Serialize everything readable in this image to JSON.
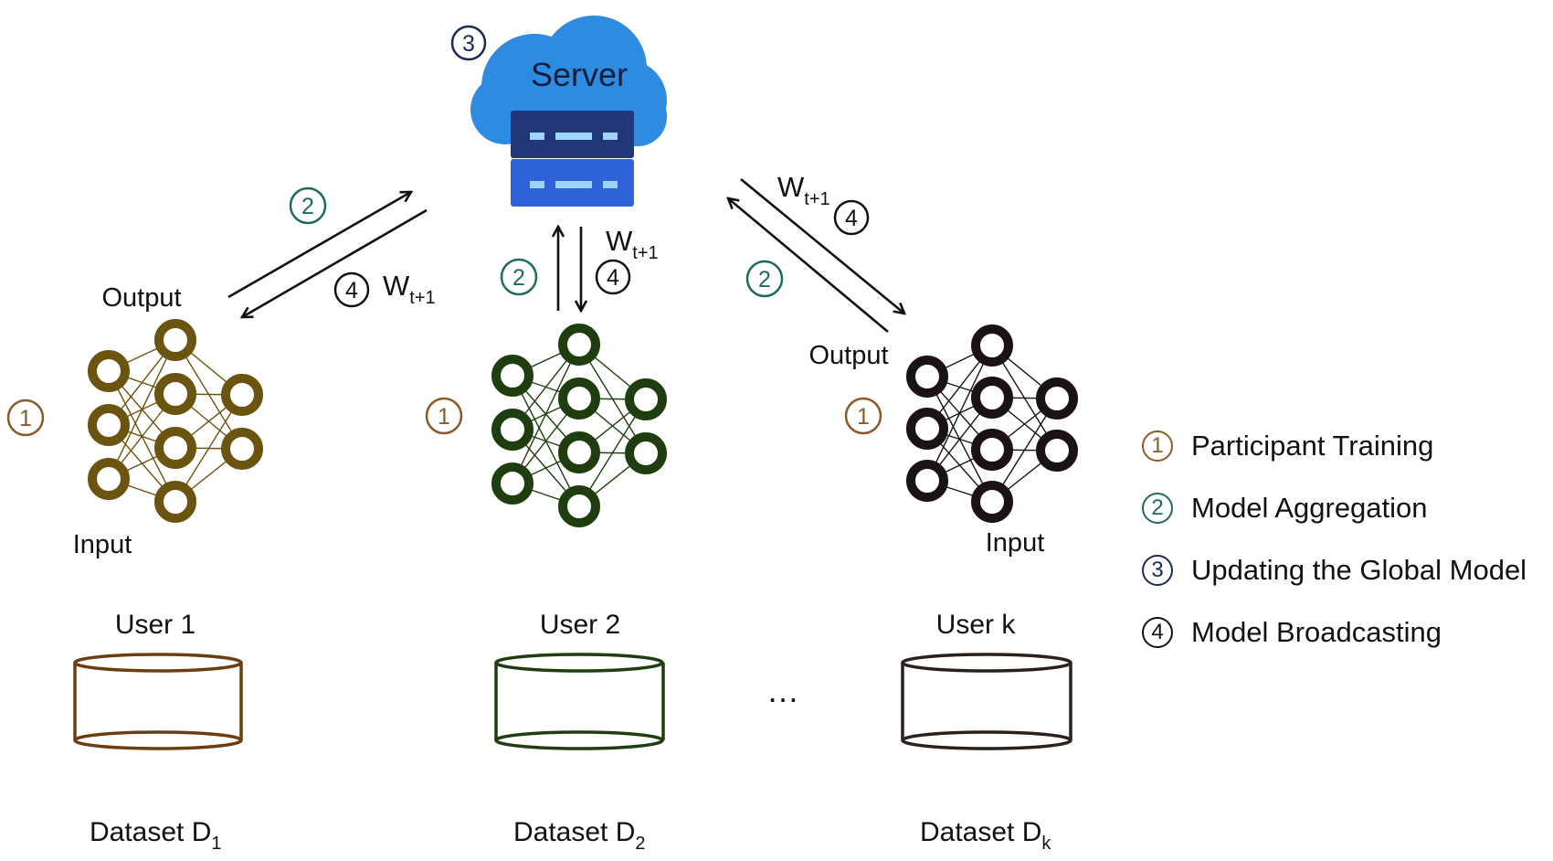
{
  "colors": {
    "user1": "#6b5310",
    "user2": "#1f3e10",
    "userk": "#1a1214",
    "step1": "#8b5a2b",
    "step2": "#1d6b5e",
    "step3": "#1b2a52",
    "step4": "#111111",
    "cloud": "#2f8be0",
    "server_top": "#22377a",
    "server_bottom": "#2f62d8"
  },
  "server": {
    "step": "3",
    "label": "Server"
  },
  "weight": {
    "base": "W",
    "sub": "t+1"
  },
  "nodes": {
    "user1": {
      "output_label": "Output",
      "input_label": "Input",
      "step": "1",
      "user_label": "User 1",
      "dataset_label": "Dataset D",
      "dataset_sub": "1"
    },
    "user2": {
      "step": "1",
      "user_label": "User 2",
      "dataset_label": "Dataset D",
      "dataset_sub": "2"
    },
    "userk": {
      "output_label": "Output",
      "input_label": "Input",
      "step": "1",
      "user_label": "User k",
      "dataset_label": "Dataset D",
      "dataset_sub": "k"
    }
  },
  "arrows": {
    "left": {
      "up_step": "2",
      "down_step": "4"
    },
    "center": {
      "up_step": "2",
      "down_step": "4"
    },
    "right": {
      "up_step": "2",
      "down_step": "4"
    }
  },
  "ellipsis": "…",
  "legend": [
    {
      "step": "1",
      "label": "Participant Training",
      "icon": "circled-one-icon"
    },
    {
      "step": "2",
      "label": "Model Aggregation",
      "icon": "circled-two-icon"
    },
    {
      "step": "3",
      "label": "Updating the Global Model",
      "icon": "circled-three-icon"
    },
    {
      "step": "4",
      "label": "Model Broadcasting",
      "icon": "circled-four-icon"
    }
  ]
}
